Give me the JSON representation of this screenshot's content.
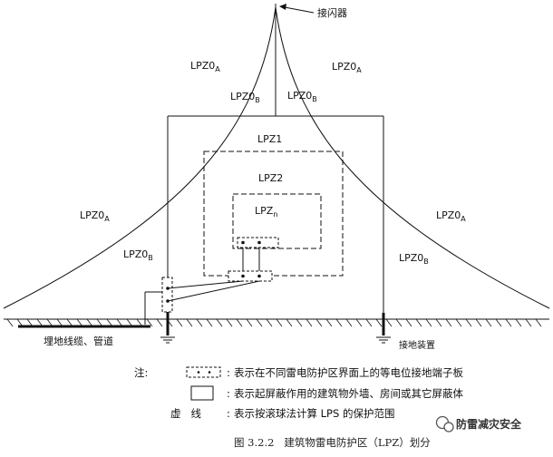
{
  "labels": {
    "air_terminal": "接闪器",
    "zone_0a_left_top": "LPZ0A",
    "zone_0a_right_top": "LPZ0A",
    "zone_0b_left_top": "LPZ0B",
    "zone_0b_right_top": "LPZ0B",
    "zone_1": "LPZ1",
    "zone_2": "LPZ2",
    "zone_n": "LPZn",
    "zone_0a_left_mid": "LPZ0A",
    "zone_0a_right_mid": "LPZ0A",
    "zone_0b_left_low": "LPZ0B",
    "zone_0b_right_low": "LPZ0B",
    "buried_cables": "埋地线缆、管道",
    "earthing_device": "接地装置"
  },
  "legend": {
    "heading": "注:",
    "items": [
      {
        "symbol": "bonding-terminal",
        "separator": ":",
        "text": "表示在不同雷电防护区界面上的等电位接地端子板"
      },
      {
        "symbol": "shield-box",
        "separator": ":",
        "text": "表示起屏蔽作用的建筑物外墙、房间或其它屏蔽体"
      },
      {
        "symbol": "dashed-line",
        "symbol_text": "虚   线",
        "separator": ":",
        "text": "表示按滚球法计算 LPS 的保护范围"
      }
    ]
  },
  "caption": "图 3.2.2   建筑物雷电防护区（LPZ）划分",
  "watermark": "防雷减灾安全"
}
